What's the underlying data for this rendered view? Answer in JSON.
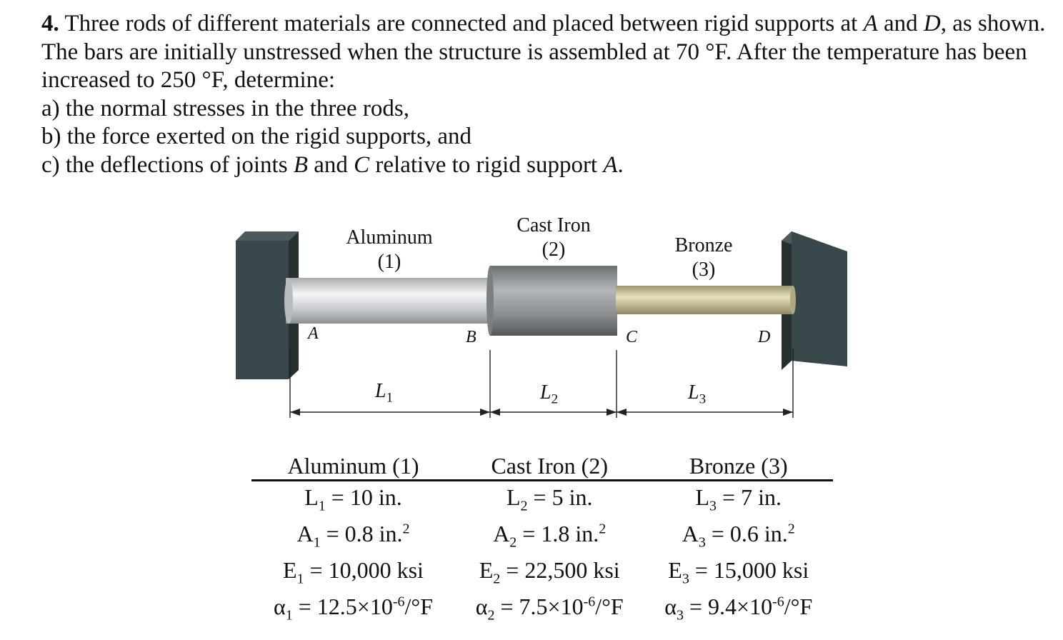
{
  "problem": {
    "number": "4.",
    "intro": "Three rods of different materials are connected and placed between rigid supports at A and D, as shown. The bars are initially unstressed when the structure is assembled at 70 °F. After the temperature has been increased to 250 °F, determine:",
    "part_a": "a) the normal stresses in the three rods,",
    "part_b": "b) the force exerted on the rigid supports, and",
    "part_c": "c) the deflections of joints B and C relative to rigid support A."
  },
  "figure": {
    "rod_labels": [
      {
        "name": "Aluminum",
        "index": "(1)"
      },
      {
        "name": "Cast Iron",
        "index": "(2)"
      },
      {
        "name": "Bronze",
        "index": "(3)"
      }
    ],
    "points": [
      "A",
      "B",
      "C",
      "D"
    ],
    "lengths": [
      {
        "symbol": "L",
        "sub": "1"
      },
      {
        "symbol": "L",
        "sub": "2"
      },
      {
        "symbol": "L",
        "sub": "3"
      }
    ]
  },
  "properties": {
    "headers": [
      "Aluminum (1)",
      "Cast Iron (2)",
      "Bronze (3)"
    ],
    "rows": [
      [
        {
          "sym": "L",
          "sub": "1",
          "val": " = 10 in.",
          "sup": ""
        },
        {
          "sym": "L",
          "sub": "2",
          "val": " = 5 in.",
          "sup": ""
        },
        {
          "sym": "L",
          "sub": "3",
          "val": " = 7 in.",
          "sup": ""
        }
      ],
      [
        {
          "sym": "A",
          "sub": "1",
          "val": " = 0.8 in.",
          "sup": "2"
        },
        {
          "sym": "A",
          "sub": "2",
          "val": " = 1.8 in.",
          "sup": "2"
        },
        {
          "sym": "A",
          "sub": "3",
          "val": " = 0.6 in.",
          "sup": "2"
        }
      ],
      [
        {
          "sym": "E",
          "sub": "1",
          "val": " = 10,000 ksi",
          "sup": ""
        },
        {
          "sym": "E",
          "sub": "2",
          "val": " = 22,500 ksi",
          "sup": ""
        },
        {
          "sym": "E",
          "sub": "3",
          "val": " = 15,000 ksi",
          "sup": ""
        }
      ],
      [
        {
          "sym": "α",
          "sub": "1",
          "val": " = 12.5×10",
          "sup": "-6",
          "tail": "/°F"
        },
        {
          "sym": "α",
          "sub": "2",
          "val": " = 7.5×10",
          "sup": "-6",
          "tail": "/°F"
        },
        {
          "sym": "α",
          "sub": "3",
          "val": " = 9.4×10",
          "sup": "-6",
          "tail": "/°F"
        }
      ]
    ]
  },
  "colors": {
    "support": "#37474a",
    "aluminum": "#d0d3d6",
    "cast_iron": "#8a8d90",
    "bronze": "#cbc29a"
  }
}
